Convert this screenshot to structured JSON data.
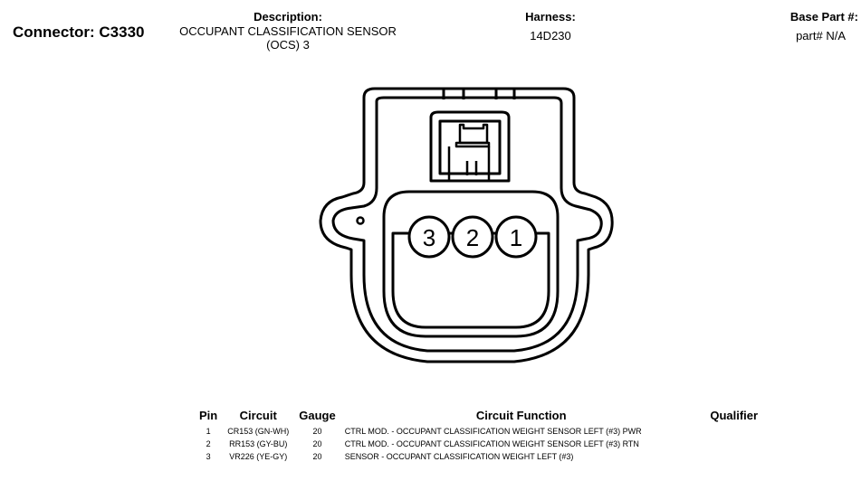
{
  "header": {
    "connector": "Connector: C3330",
    "description_label": "Description:",
    "description_value": "OCCUPANT CLASSIFICATION SENSOR (OCS) 3",
    "harness_label": "Harness:",
    "harness_value": "14D230",
    "base_part_label": "Base Part #:",
    "base_part_value": "part# N/A"
  },
  "connector_pins": [
    "3",
    "2",
    "1"
  ],
  "table": {
    "headers": {
      "pin": "Pin",
      "circuit": "Circuit",
      "gauge": "Gauge",
      "function": "Circuit Function",
      "qualifier": "Qualifier"
    },
    "rows": [
      {
        "pin": "1",
        "circuit": "CR153 (GN-WH)",
        "gauge": "20",
        "function": "CTRL MOD. - OCCUPANT CLASSIFICATION WEIGHT SENSOR LEFT (#3) PWR",
        "qualifier": ""
      },
      {
        "pin": "2",
        "circuit": "RR153 (GY-BU)",
        "gauge": "20",
        "function": "CTRL MOD. - OCCUPANT CLASSIFICATION WEIGHT SENSOR LEFT (#3) RTN",
        "qualifier": ""
      },
      {
        "pin": "3",
        "circuit": "VR226 (YE-GY)",
        "gauge": "20",
        "function": "SENSOR - OCCUPANT CLASSIFICATION WEIGHT LEFT (#3)",
        "qualifier": ""
      }
    ]
  }
}
